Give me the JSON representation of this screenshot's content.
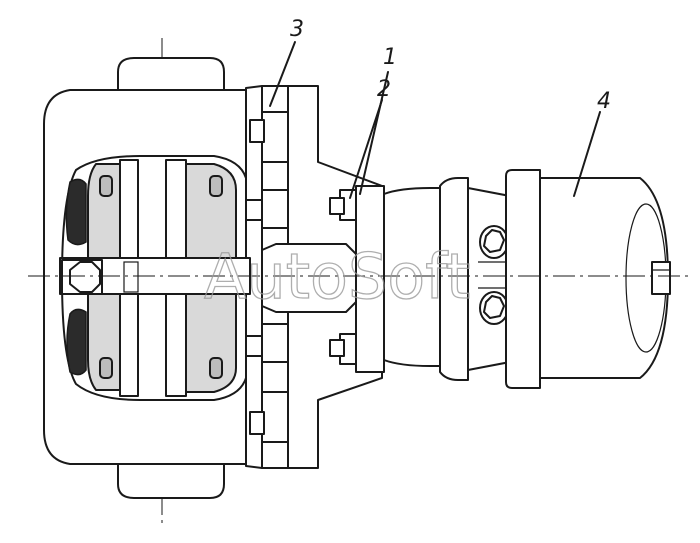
{
  "diagram": {
    "callouts": [
      {
        "id": "callout-1",
        "label": "1"
      },
      {
        "id": "callout-2",
        "label": "2"
      },
      {
        "id": "callout-3",
        "label": "3"
      },
      {
        "id": "callout-4",
        "label": "4"
      }
    ],
    "watermark": "AutoSoft"
  }
}
